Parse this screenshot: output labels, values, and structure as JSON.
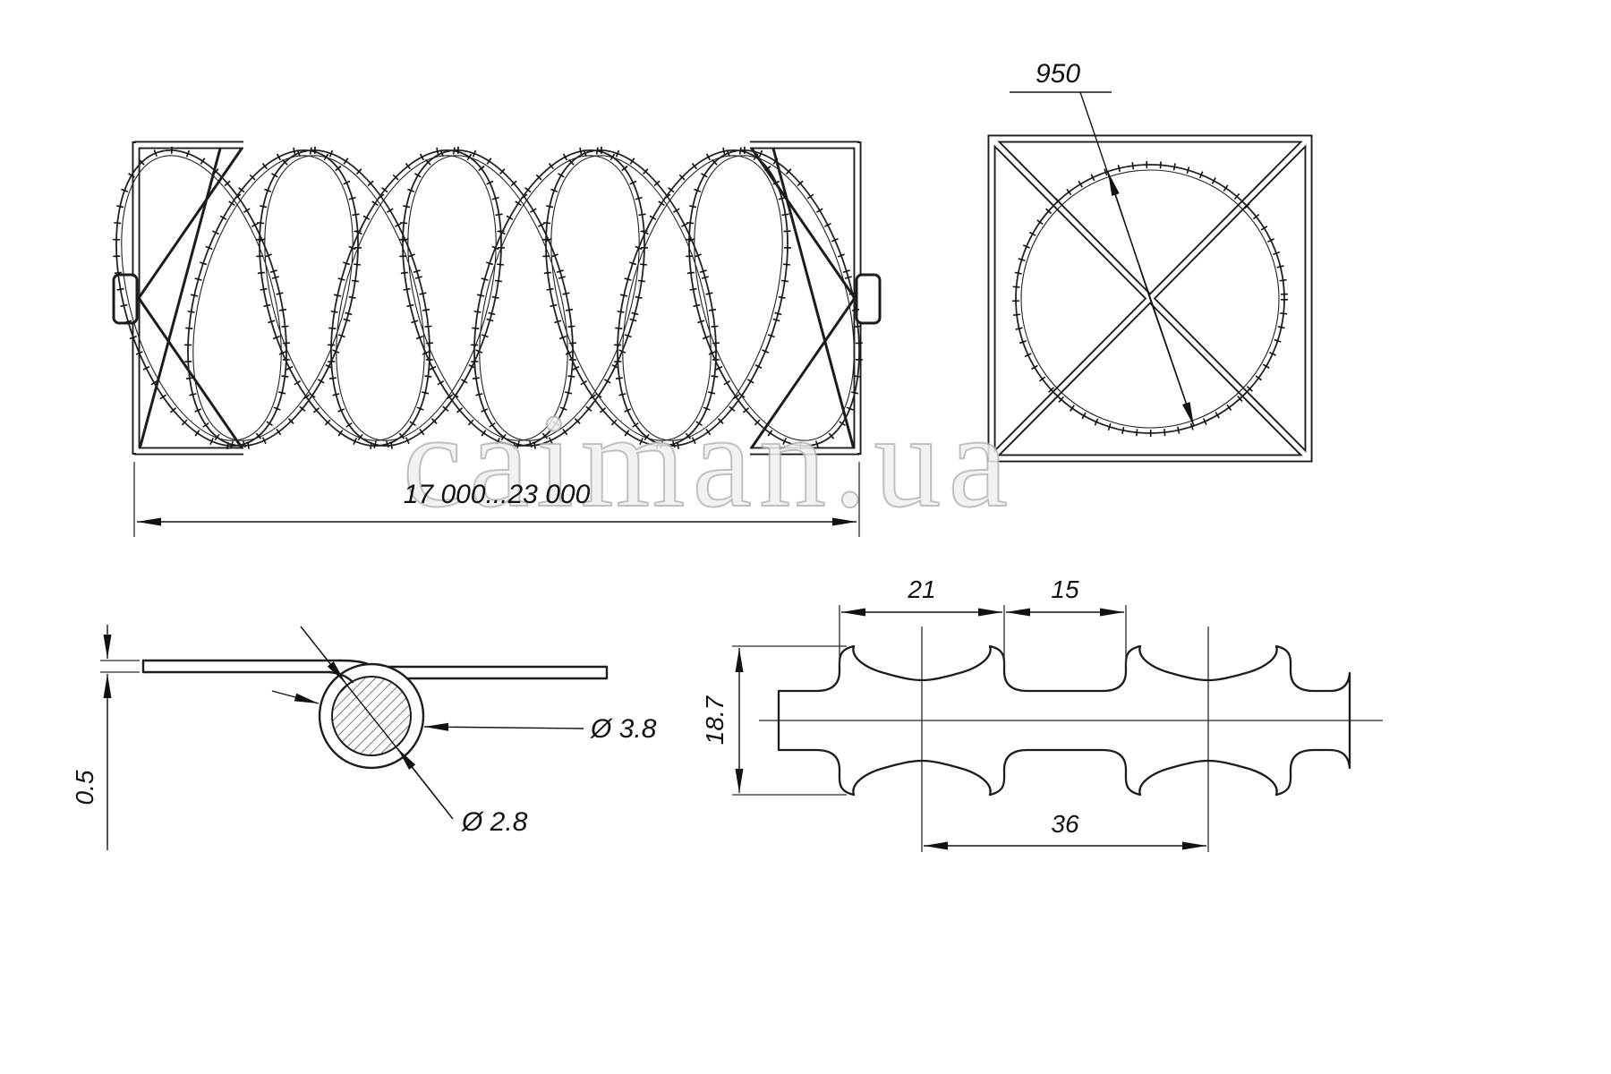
{
  "watermark": "caiman.ua",
  "side_view": {
    "length_label": "17 000...23 000"
  },
  "end_view": {
    "diameter_label": "950"
  },
  "cross_section": {
    "outer_diameter_label": "Ø 3.8",
    "core_diameter_label": "Ø 2.8",
    "thickness_label": "0.5"
  },
  "profile": {
    "cluster_width_label": "21",
    "gap_label": "15",
    "height_label": "18.7",
    "pitch_label": "36"
  },
  "colors": {
    "line": "#1c1c1c",
    "watermark": "#c4c4c4",
    "background": "#ffffff"
  }
}
